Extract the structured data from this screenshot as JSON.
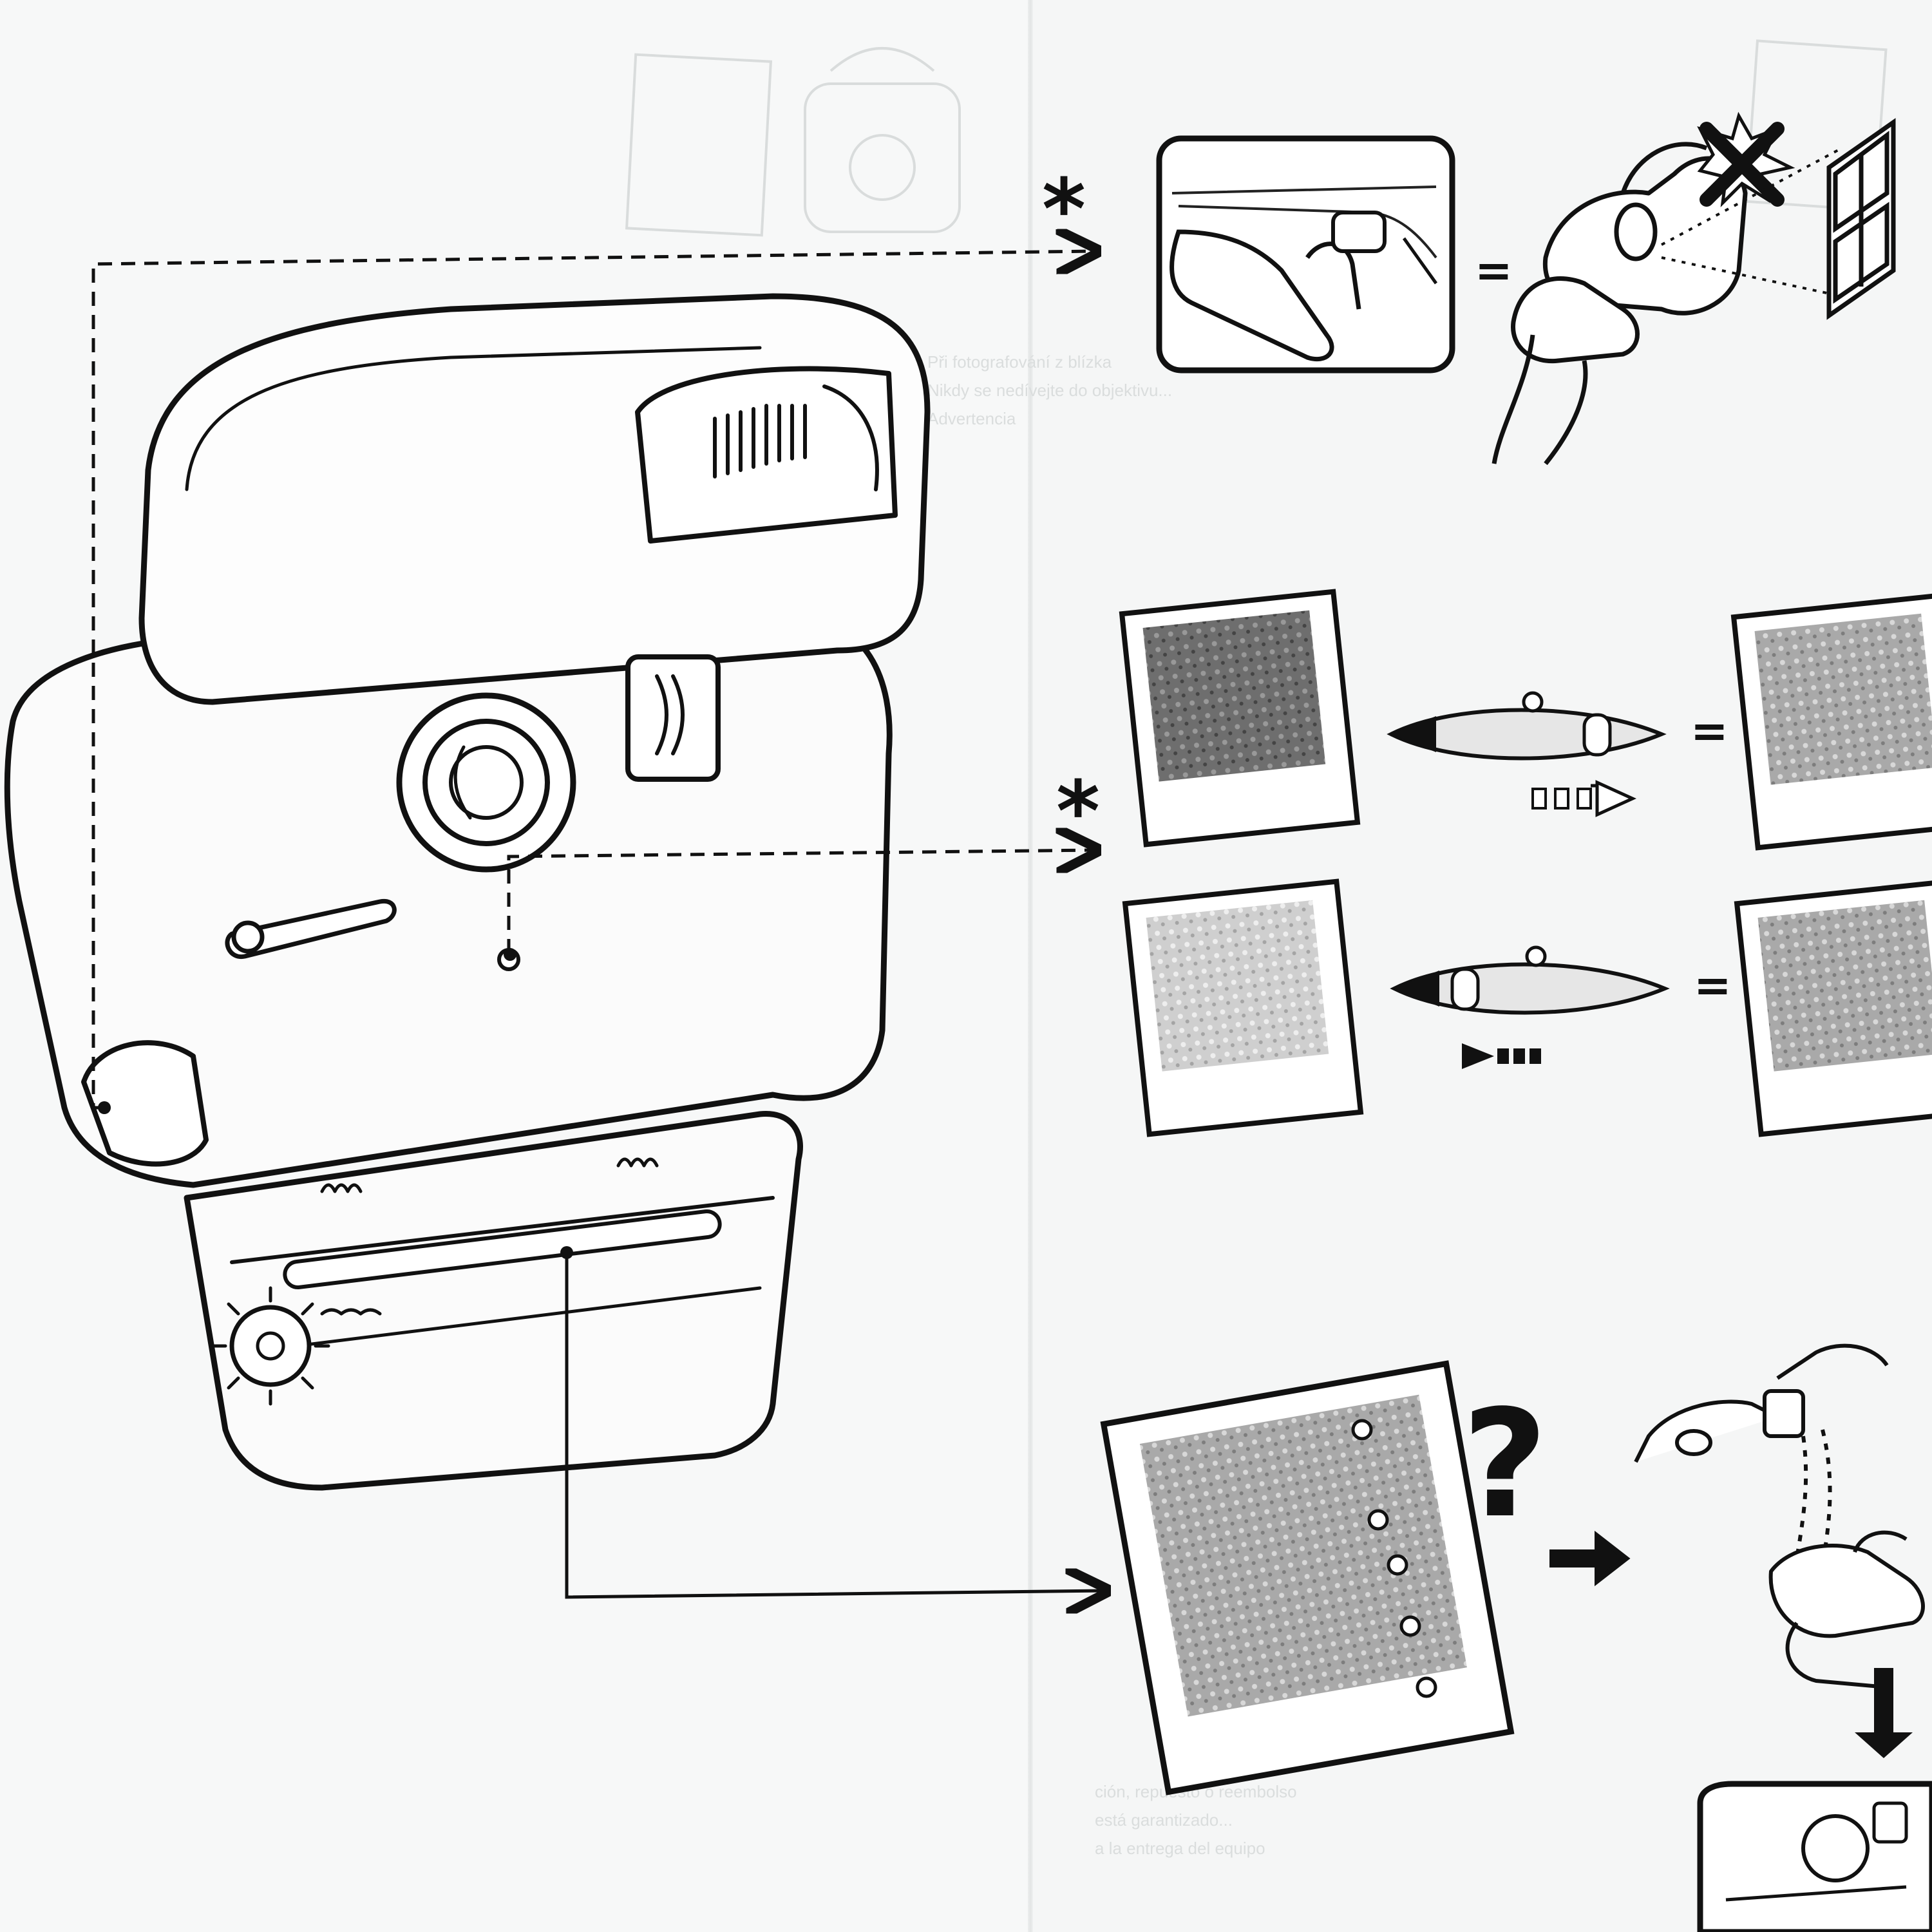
{
  "marks": {
    "asterisk": "*",
    "equals": "=",
    "question": "?"
  },
  "ghost_text": {
    "left_lines": [
      "Při fotografování z blízka",
      "Nikdy se nedívejte do objektivu...",
      "Advertencia"
    ],
    "right_lines": [
      "ción, repuesto o reembolso",
      "está garantizado...",
      "a la entrega del equipo"
    ]
  },
  "icons": {
    "camera": "camera-line-art",
    "flash_blocked": "flash-blocked-icon",
    "window": "window-icon",
    "faucet": "faucet-icon",
    "hands": "hands-icon"
  }
}
